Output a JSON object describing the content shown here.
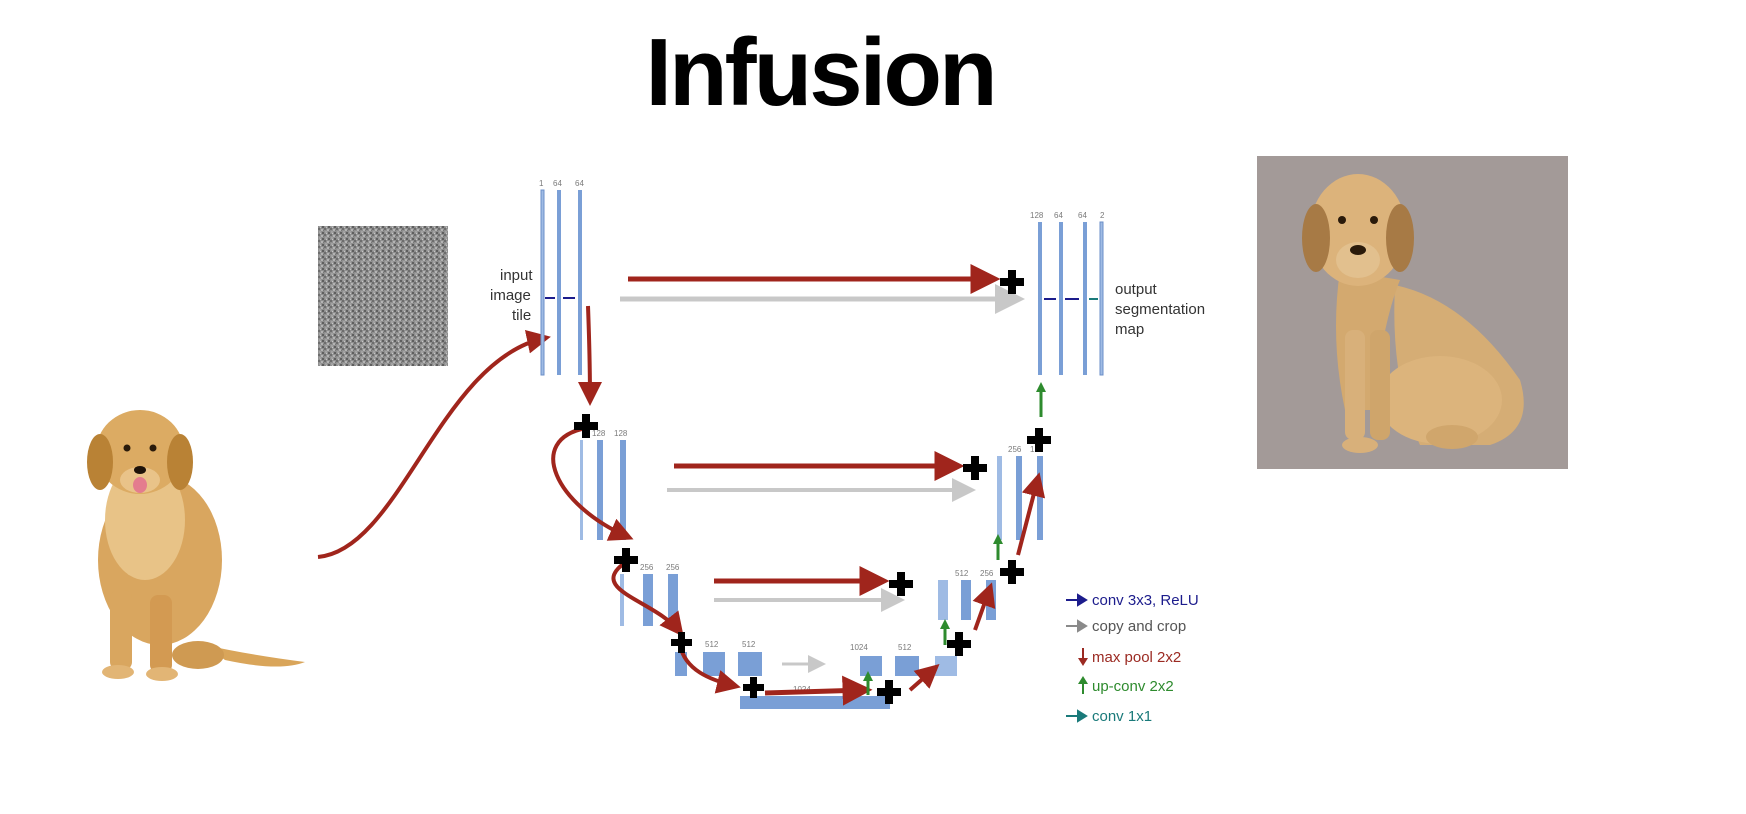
{
  "title": "Infusion",
  "unet": {
    "input_label": [
      "input",
      "image",
      "tile"
    ],
    "output_label": [
      "output",
      "segmentation",
      "map"
    ],
    "level_channels": [
      [
        "1",
        "64",
        "64"
      ],
      [
        "128",
        "128"
      ],
      [
        "256",
        "256"
      ],
      [
        "512",
        "512"
      ],
      [
        "1024"
      ],
      [
        "1024",
        "512"
      ],
      [
        "512",
        "256"
      ],
      [
        "256",
        "128"
      ],
      [
        "128",
        "64",
        "64",
        "2"
      ]
    ]
  },
  "legend": [
    {
      "label": "conv 3x3, ReLU",
      "color": "#1c1c8c",
      "icon": "arrow-right-icon"
    },
    {
      "label": "copy and crop",
      "color": "#8a8a8a",
      "icon": "arrow-right-icon"
    },
    {
      "label": "max pool 2x2",
      "color": "#9b2a22",
      "icon": "arrow-down-icon"
    },
    {
      "label": "up-conv 2x2",
      "color": "#2e8b2e",
      "icon": "arrow-up-icon"
    },
    {
      "label": "conv 1x1",
      "color": "#1a7a7a",
      "icon": "arrow-right-icon"
    }
  ],
  "colors": {
    "infusion_arrow": "#a0251c",
    "feature_map": "#7a9fd6",
    "plus_marker": "#000000"
  }
}
